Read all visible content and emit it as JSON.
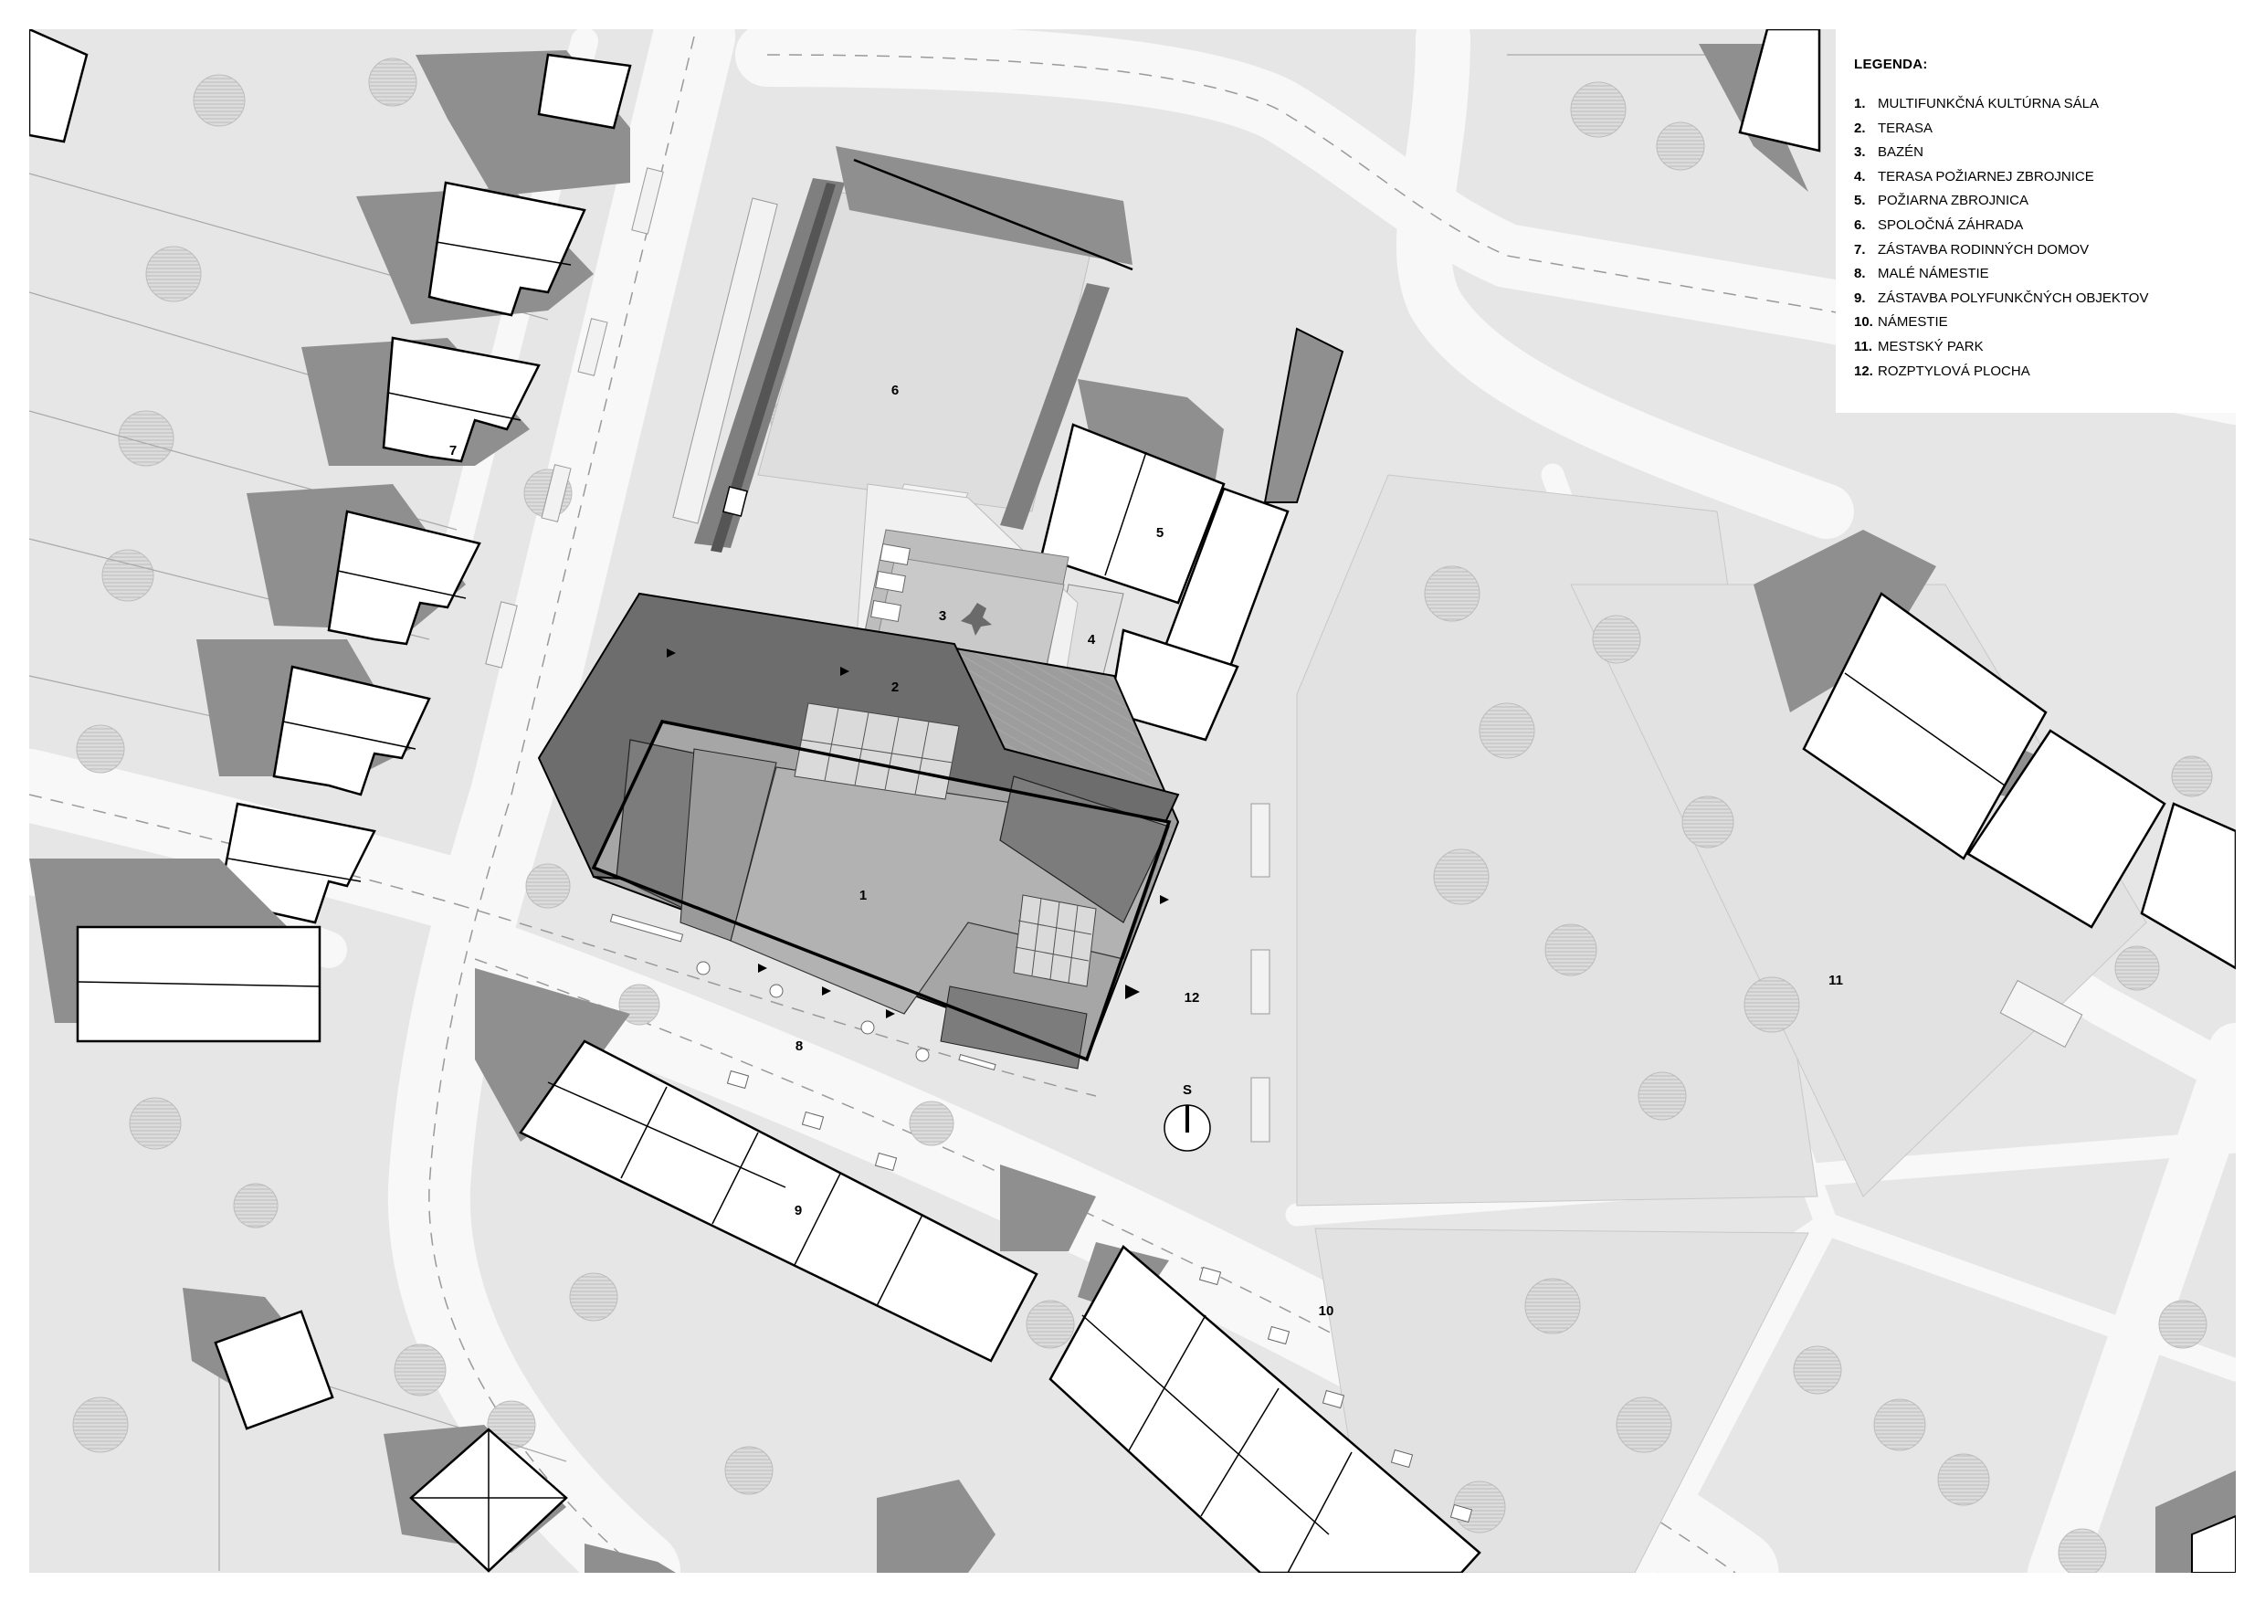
{
  "legend": {
    "title": "LEGENDA:",
    "items": [
      {
        "num": "1.",
        "label": "MULTIFUNKČNÁ KULTÚRNA SÁLA"
      },
      {
        "num": "2.",
        "label": "TERASA"
      },
      {
        "num": "3.",
        "label": "BAZÉN"
      },
      {
        "num": "4.",
        "label": "TERASA POŽIARNEJ ZBROJNICE"
      },
      {
        "num": "5.",
        "label": "POŽIARNA ZBROJNICA"
      },
      {
        "num": "6.",
        "label": "SPOLOČNÁ ZÁHRADA"
      },
      {
        "num": "7.",
        "label": "ZÁSTAVBA RODINNÝCH DOMOV"
      },
      {
        "num": "8.",
        "label": "MALÉ NÁMESTIE"
      },
      {
        "num": "9.",
        "label": "ZÁSTAVBA POLYFUNKČNÝCH OBJEKTOV"
      },
      {
        "num": "10.",
        "label": "NÁMESTIE"
      },
      {
        "num": "11.",
        "label": "MESTSKÝ PARK"
      },
      {
        "num": "12.",
        "label": "ROZPTYLOVÁ PLOCHA"
      }
    ]
  },
  "map_labels": {
    "l1": "1",
    "l2": "2",
    "l3": "3",
    "l4": "4",
    "l5": "5",
    "l6": "6",
    "l7": "7",
    "l8": "8",
    "l9": "9",
    "l10": "10",
    "l11": "11",
    "l12": "12"
  },
  "north_arrow": {
    "label": "S"
  },
  "colors": {
    "ground": "#e6e6e6",
    "road": "#f7f7f7",
    "shadow": "#8f8f8f",
    "roof_dark": "#6f6f6f",
    "roof_mid": "#a5a5a5",
    "building": "#ffffff",
    "tree": "#cfcfcf"
  }
}
